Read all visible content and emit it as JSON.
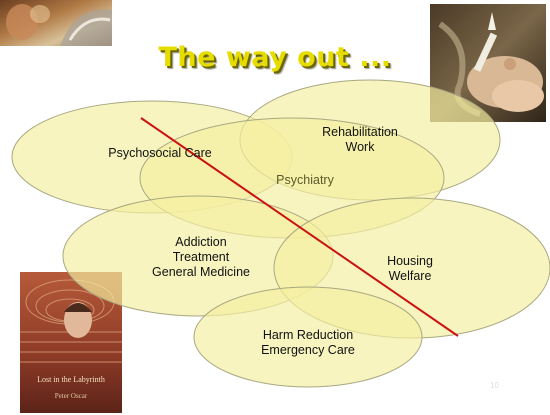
{
  "title": "The way out ...",
  "ellipses": {
    "psychosocial_care": "Psychosocial Care",
    "rehabilitation": [
      "Rehabilitation",
      "Work"
    ],
    "psychiatry": "Psychiatry",
    "addiction": [
      "Addiction",
      "Treatment",
      "General Medicine"
    ],
    "housing": [
      "Housing",
      "Welfare"
    ],
    "harm_reduction": [
      "Harm Reduction",
      "Emergency Care"
    ]
  },
  "book_cover": {
    "title": "Lost in the Labyrinth",
    "author": "Peter Oscar"
  },
  "page_number": "10",
  "colors": {
    "ellipse_fill": "#f5efa0",
    "ellipse_stroke": "#a8a880",
    "diagonal_line": "#cc1111",
    "title": "#e6dc00"
  }
}
